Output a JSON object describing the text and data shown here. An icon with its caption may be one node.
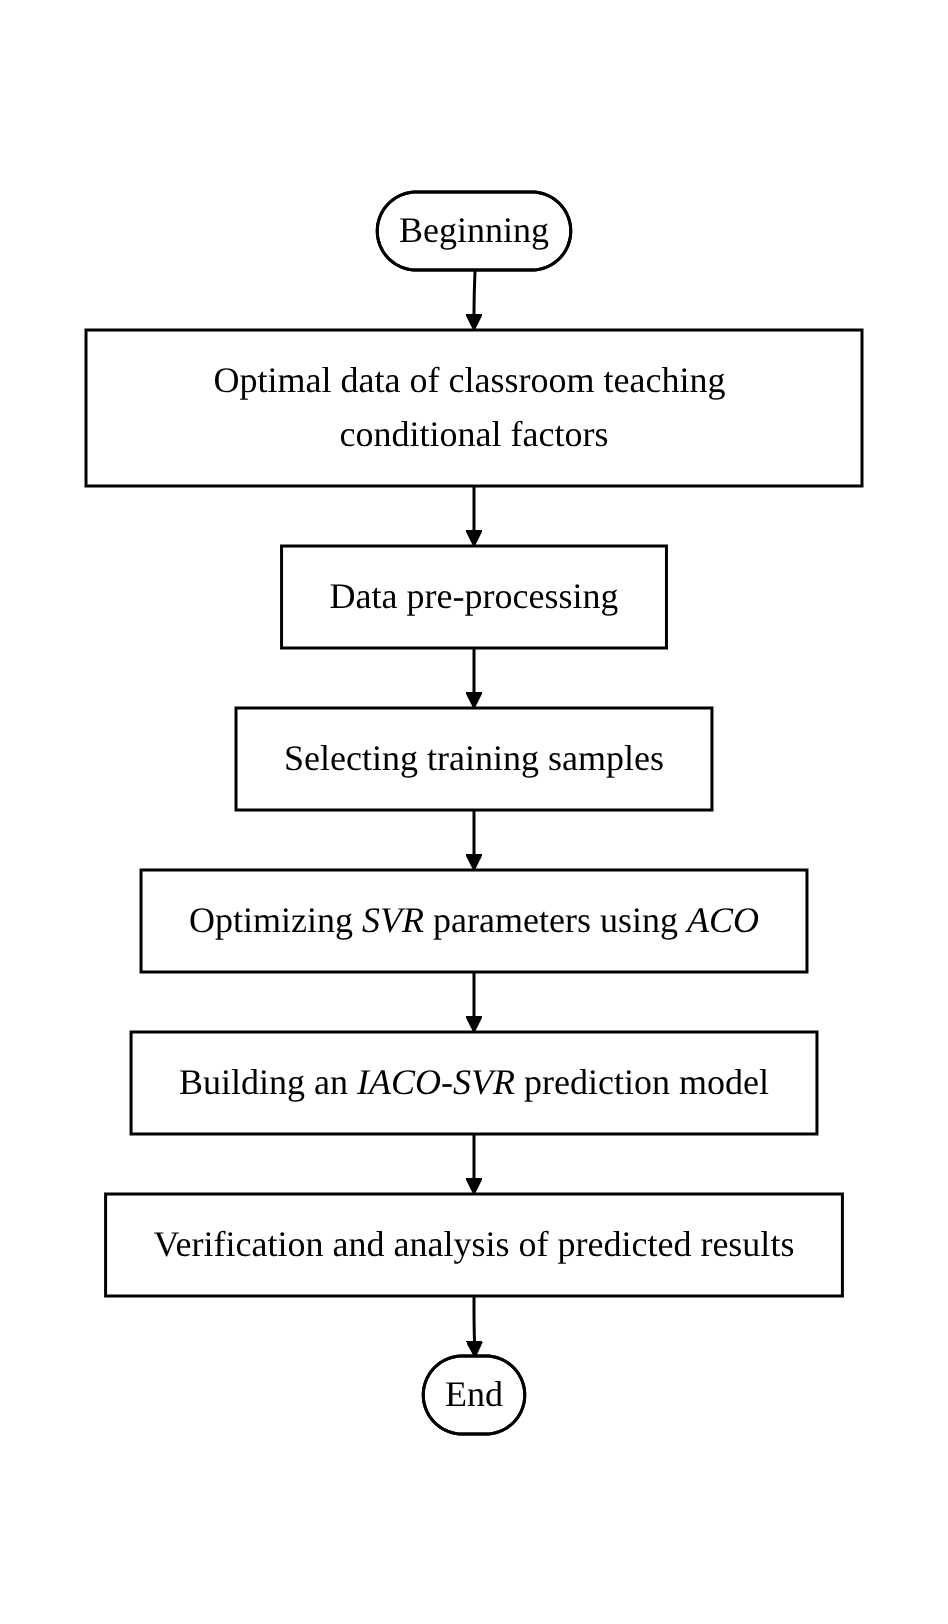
{
  "diagram": {
    "nodes": [
      {
        "text": [
          "Beginning"
        ]
      },
      {
        "text": [
          "Optimal data of classroom teaching conditional factors"
        ]
      },
      {
        "text": [
          "Data pre-processing"
        ]
      },
      {
        "text": [
          "Selecting training samples"
        ]
      },
      {
        "text": [
          "Optimizing *SVR* parameters using *ACO*"
        ]
      },
      {
        "text": [
          "Building an *IACO-SVR* prediction model"
        ]
      },
      {
        "text": [
          "Verification and analysis of predicted results"
        ]
      },
      {
        "text": [
          "End"
        ]
      }
    ],
    "edges": [
      {
        "from": 0,
        "to": 1,
        "arrow": "to"
      },
      {
        "from": 1,
        "to": 2,
        "arrow": "to"
      },
      {
        "from": 2,
        "to": 3,
        "arrow": "to"
      },
      {
        "from": 3,
        "to": 4,
        "arrow": "to"
      },
      {
        "from": 4,
        "to": 5,
        "arrow": "to"
      },
      {
        "from": 5,
        "to": 6,
        "arrow": "to"
      },
      {
        "from": 6,
        "to": 7,
        "arrow": "to"
      }
    ]
  }
}
